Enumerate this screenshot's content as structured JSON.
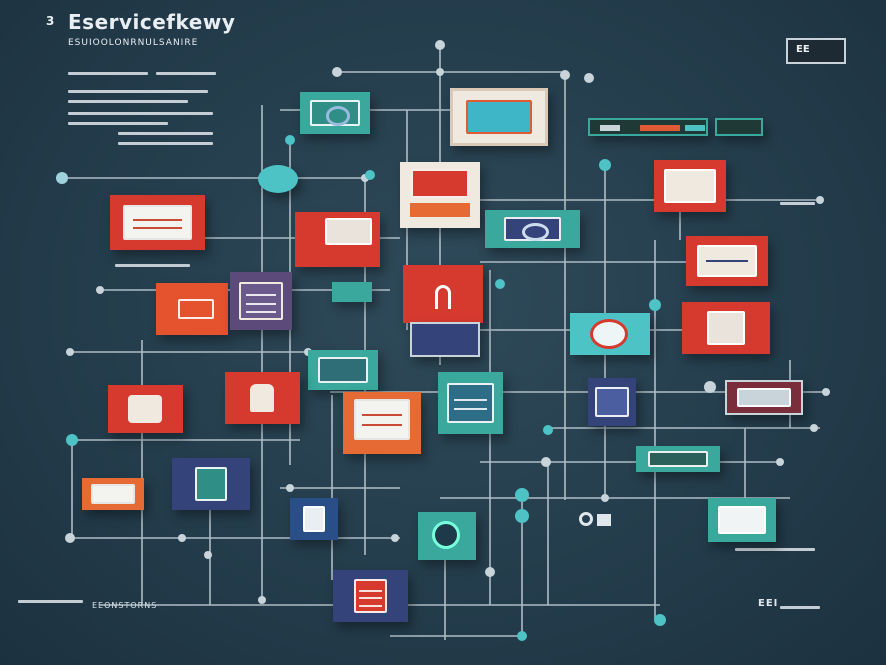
{
  "header": {
    "number": "3",
    "title": "Eservicefkewy",
    "subtitle": "ESUIOOLONRNULSANIRE"
  },
  "badge": {
    "label": "EE"
  },
  "footer_left": "EEONSTORNS",
  "footer_right": "EEI",
  "colors": {
    "background": "#243d4c",
    "connector": "#c8d3da",
    "red": "#d63a2f",
    "teal": "#3aa89c",
    "navy": "#34447a",
    "orange": "#e56a33",
    "cyan": "#4ec3c6"
  }
}
